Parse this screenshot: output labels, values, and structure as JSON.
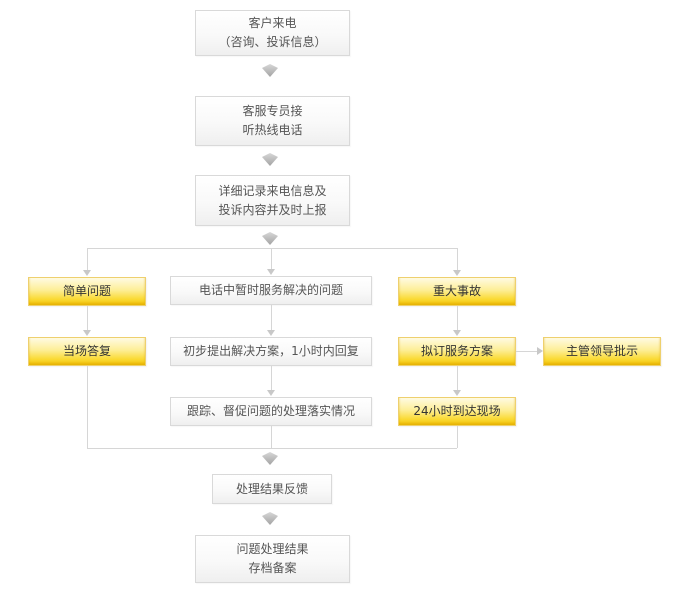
{
  "colors": {
    "gold_top": "#fffbe3",
    "gold_mid": "#fdee96",
    "gold_bottom": "#f5c60a",
    "gold_border": "#eed06e",
    "plain_top": "#ffffff",
    "plain_bottom": "#efefef",
    "plain_border": "#d9d9d9",
    "line": "#d6d6d6",
    "arrow_small": "#c8c8c8",
    "text": "#555555"
  },
  "nodes": {
    "incoming_call": {
      "lines": [
        "客户来电",
        "（咨询、投诉信息）"
      ],
      "style": "plain"
    },
    "agent_answer": {
      "lines": [
        "客服专员接",
        "听热线电话"
      ],
      "style": "plain"
    },
    "record_report": {
      "lines": [
        "详细记录来电信息及",
        "投诉内容并及时上报"
      ],
      "style": "plain"
    },
    "simple_issue": {
      "lines": [
        "简单问题"
      ],
      "style": "gold"
    },
    "phone_temp_solve": {
      "lines": [
        "电话中暂时服务解决的问题"
      ],
      "style": "plain"
    },
    "major_incident": {
      "lines": [
        "重大事故"
      ],
      "style": "gold"
    },
    "onspot_reply": {
      "lines": [
        "当场答复"
      ],
      "style": "gold"
    },
    "initial_solution": {
      "lines": [
        "初步提出解决方案，1小时内回复"
      ],
      "style": "plain"
    },
    "draft_service_plan": {
      "lines": [
        "拟订服务方案"
      ],
      "style": "gold"
    },
    "leader_approval": {
      "lines": [
        "主管领导批示"
      ],
      "style": "gold"
    },
    "track_supervise": {
      "lines": [
        "跟踪、督促问题的处理落实情况"
      ],
      "style": "plain"
    },
    "arrive_24h": {
      "lines": [
        "24小时到达现场"
      ],
      "style": "gold"
    },
    "result_feedback": {
      "lines": [
        "处理结果反馈"
      ],
      "style": "plain"
    },
    "archive": {
      "lines": [
        "问题处理结果",
        "存档备案"
      ],
      "style": "plain"
    }
  },
  "edges": [
    [
      "incoming_call",
      "agent_answer"
    ],
    [
      "agent_answer",
      "record_report"
    ],
    [
      "record_report",
      "simple_issue"
    ],
    [
      "record_report",
      "phone_temp_solve"
    ],
    [
      "record_report",
      "major_incident"
    ],
    [
      "simple_issue",
      "onspot_reply"
    ],
    [
      "phone_temp_solve",
      "initial_solution"
    ],
    [
      "initial_solution",
      "track_supervise"
    ],
    [
      "major_incident",
      "draft_service_plan"
    ],
    [
      "draft_service_plan",
      "leader_approval"
    ],
    [
      "draft_service_plan",
      "arrive_24h"
    ],
    [
      "onspot_reply",
      "result_feedback"
    ],
    [
      "track_supervise",
      "result_feedback"
    ],
    [
      "arrive_24h",
      "result_feedback"
    ],
    [
      "result_feedback",
      "archive"
    ]
  ]
}
